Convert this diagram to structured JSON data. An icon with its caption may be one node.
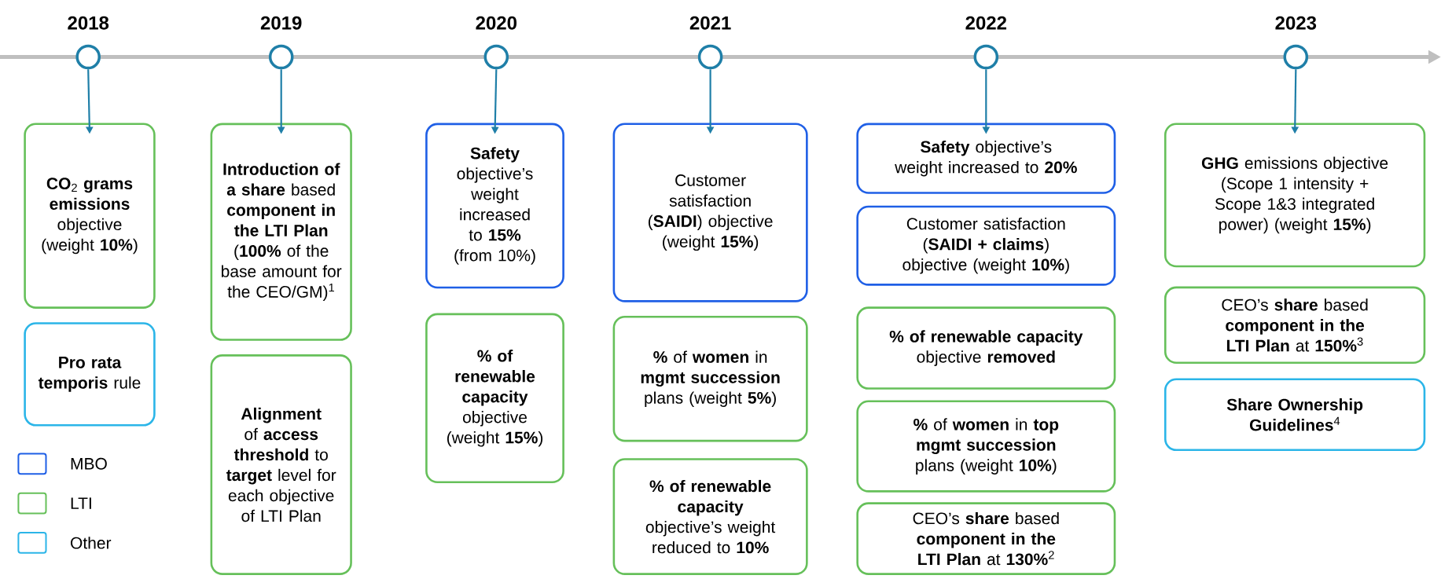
{
  "diagram": {
    "nodes": [
      {
        "text": [
          "2018"
        ]
      },
      {
        "text": [
          "**CO**$_{2}$ **grams emissions** objective (weight **10%**)"
        ]
      },
      {
        "text": [
          "**Pro rata temporis** rule"
        ]
      },
      {
        "text": [
          "2019"
        ]
      },
      {
        "text": [
          "**Introduction of a share** based **component in the LTI Plan** (**100%** of the base amount for the CEO/GM)$^{1}$"
        ]
      },
      {
        "text": [
          "**Alignment** of **access threshold** to **target** level for each objective of LTI Plan"
        ]
      },
      {
        "text": [
          "2020"
        ]
      },
      {
        "text": [
          "**Safety** objective’s weight increased to **15%** (from 10%)"
        ]
      },
      {
        "text": [
          "**% of renewable capacity** objective (weight **15%**)"
        ]
      },
      {
        "text": [
          "2021"
        ]
      },
      {
        "text": [
          "Customer satisfaction (**SAIDI**) objective (weight **15%**)"
        ]
      },
      {
        "text": [
          "**%** of **women** in **mgmt succession** plans (weight **5%**)"
        ]
      },
      {
        "text": [
          "**% of renewable capacity** objective’s weight reduced to **10%**"
        ]
      },
      {
        "text": [
          "2022"
        ]
      },
      {
        "text": [
          "**Safety** objective’s weight increased to **20%**"
        ]
      },
      {
        "text": [
          "Customer satisfaction (**SAIDI + claims**) objective (weight **10%**)"
        ]
      },
      {
        "text": [
          "**% of renewable capacity** objective **removed**"
        ]
      },
      {
        "text": [
          "**%** of **women** in **top mgmt succession** plans (weight **10%**)"
        ]
      },
      {
        "text": [
          "CEO’s **share** based **component in the LTI Plan** at **130%**$^{2}$"
        ]
      },
      {
        "text": [
          "2023"
        ]
      },
      {
        "text": [
          "**GHG** emissions objective (Scope 1 intensity + Scope 1&3 integrated power) (weight **15%**)"
        ]
      },
      {
        "text": [
          "CEO’s **share** based **component in the LTI Plan** at **150%**$^{3}$"
        ]
      },
      {
        "text": [
          "**Share Ownership Guidelines**$^{4}$"
        ]
      }
    ],
    "edges": [
      {
        "from": 0,
        "to": 1,
        "arrow": "to"
      },
      {
        "from": 3,
        "to": 4,
        "arrow": "to"
      },
      {
        "from": 6,
        "to": 7,
        "arrow": "to"
      },
      {
        "from": 9,
        "to": 10,
        "arrow": "to"
      },
      {
        "from": 13,
        "to": 14,
        "arrow": "to"
      },
      {
        "from": 19,
        "to": 20,
        "arrow": "to"
      }
    ],
    "legend": [
      {
        "text": "MBO",
        "color": "#1f5fe6"
      },
      {
        "text": "LTI",
        "color": "#66c05a"
      },
      {
        "text": "Other",
        "color": "#2bb5e8"
      }
    ]
  }
}
